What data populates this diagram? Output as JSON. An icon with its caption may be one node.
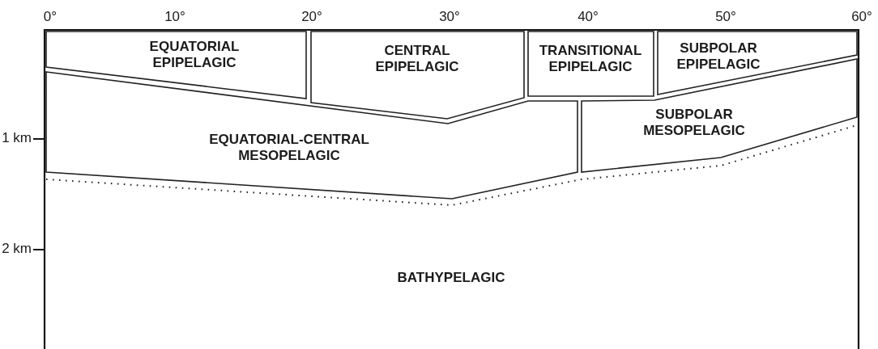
{
  "diagram": {
    "nodes": [
      {
        "text": [
          "EQUATORIAL EPIPELAGIC"
        ]
      },
      {
        "text": [
          "CENTRAL EPIPELAGIC"
        ]
      },
      {
        "text": [
          "TRANSITIONAL EPIPELAGIC"
        ]
      },
      {
        "text": [
          "SUBPOLAR EPIPELAGIC"
        ]
      },
      {
        "text": [
          "EQUATORIAL-CENTRAL MESOPELAGIC"
        ]
      },
      {
        "text": [
          "SUBPOLAR MESOPELAGIC"
        ]
      },
      {
        "text": [
          "BATHYPELAGIC"
        ]
      }
    ],
    "labels": [
      "0°",
      "10°",
      "20°",
      "30°",
      "40°",
      "50°",
      "60°",
      "1 km",
      "2 km"
    ]
  }
}
